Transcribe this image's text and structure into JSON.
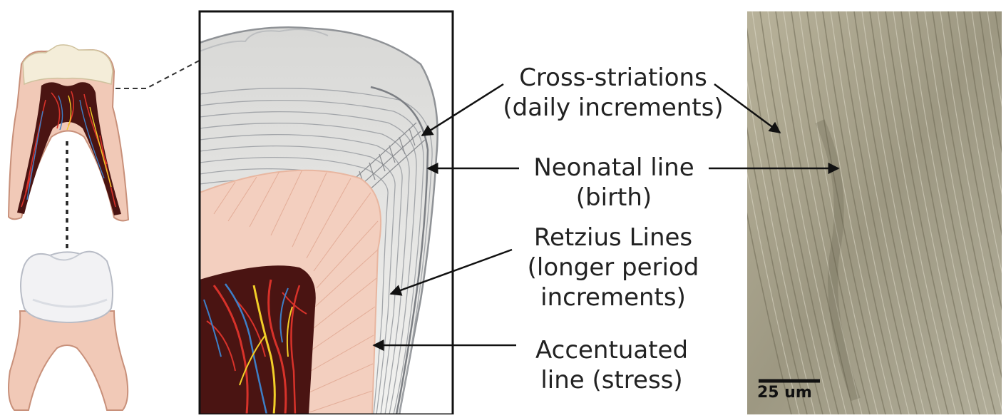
{
  "labels": {
    "cross_striations": {
      "line1": "Cross-striations",
      "line2": "(daily increments)"
    },
    "neonatal_line": {
      "line1": "Neonatal line",
      "line2": "(birth)"
    },
    "retzius_lines": {
      "line1": "Retzius Lines",
      "line2": "(longer period",
      "line3": "increments)"
    },
    "accentuated_line": {
      "line1": "Accentuated",
      "line2": "line (stress)"
    }
  },
  "scale_bar": {
    "label": "25 um"
  },
  "colors": {
    "enamel": "#e6e6e4",
    "dentin": "#f3cfbf",
    "pulp": "#4a1412",
    "vessel_red": "#d8322a",
    "vessel_blue": "#3d7fc7",
    "vessel_yellow": "#f2cf28",
    "micrograph": "#a8a38e"
  }
}
